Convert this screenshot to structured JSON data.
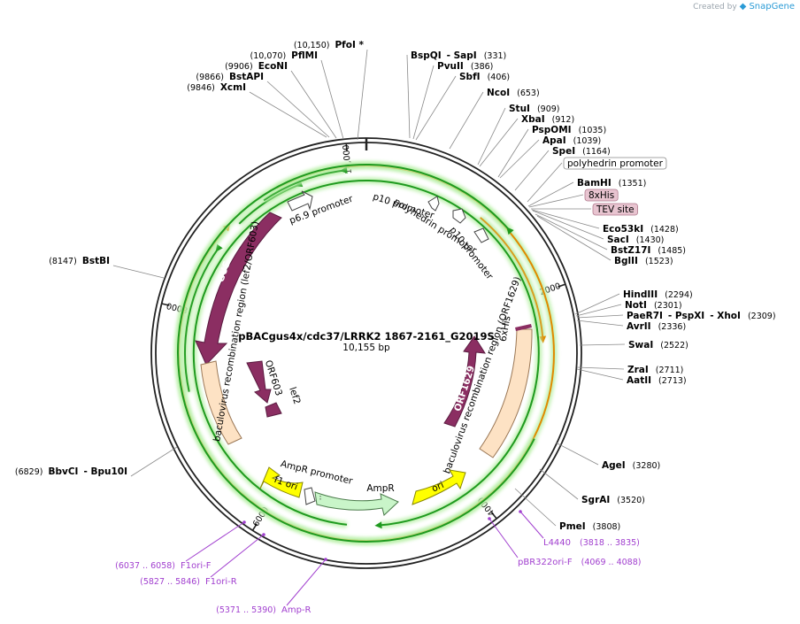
{
  "branding": {
    "created_by": "Created by",
    "product": "SnapGene"
  },
  "plasmid": {
    "name": "pBACgus4x/cdc37/LRRK2 1867-2161_G2019S",
    "size_label": "10,155 bp",
    "length": 10155
  },
  "ticks": [
    {
      "bp": 2000,
      "label": "2000"
    },
    {
      "bp": 4000,
      "label": "4000"
    },
    {
      "bp": 6000,
      "label": "6000"
    },
    {
      "bp": 8000,
      "label": "8000"
    },
    {
      "bp": 10000,
      "label": "10,000"
    }
  ],
  "sites": [
    {
      "name": "PfoI *",
      "pos": "(10,150)"
    },
    {
      "name": "PflMI",
      "pos": "(10,070)"
    },
    {
      "name": "EcoNI",
      "pos": "(9906)"
    },
    {
      "name": "BstAPI",
      "pos": "(9866)"
    },
    {
      "name": "XcmI",
      "pos": "(9846)"
    },
    {
      "name": "BspQI",
      "name2": "- SapI",
      "pos": "(331)"
    },
    {
      "name": "PvuII",
      "pos": "(386)"
    },
    {
      "name": "SbfI",
      "pos": "(406)"
    },
    {
      "name": "NcoI",
      "pos": "(653)"
    },
    {
      "name": "StuI",
      "pos": "(909)"
    },
    {
      "name": "XbaI",
      "pos": "(912)"
    },
    {
      "name": "PspOMI",
      "pos": "(1035)"
    },
    {
      "name": "ApaI",
      "pos": "(1039)"
    },
    {
      "name": "SpeI",
      "pos": "(1164)"
    },
    {
      "name": "BamHI",
      "pos": "(1351)"
    },
    {
      "name": "Eco53kI",
      "pos": "(1428)"
    },
    {
      "name": "SacI",
      "pos": "(1430)"
    },
    {
      "name": "BstZ17I",
      "pos": "(1485)"
    },
    {
      "name": "BglII",
      "pos": "(1523)"
    },
    {
      "name": "HindIII",
      "pos": "(2294)"
    },
    {
      "name": "NotI",
      "pos": "(2301)"
    },
    {
      "name": "PaeR7I",
      "name2": "- PspXI",
      "name3": "- XhoI",
      "pos": "(2309)"
    },
    {
      "name": "AvrII",
      "pos": "(2336)"
    },
    {
      "name": "SwaI",
      "pos": "(2522)"
    },
    {
      "name": "ZraI",
      "pos": "(2711)"
    },
    {
      "name": "AatII",
      "pos": "(2713)"
    },
    {
      "name": "AgeI",
      "pos": "(3280)"
    },
    {
      "name": "SgrAI",
      "pos": "(3520)"
    },
    {
      "name": "PmeI",
      "pos": "(3808)"
    },
    {
      "name": "BstBI",
      "pos": "(8147)"
    },
    {
      "name": "BbvCI",
      "name2": "- Bpu10I",
      "pos": "(6829)"
    }
  ],
  "boxed_features": [
    {
      "label": "polyhedrin promoter",
      "fill": "#ffffff",
      "stroke": "#888888"
    },
    {
      "label": "8xHis",
      "fill": "#e8c4d0",
      "stroke": "#b07a8d"
    },
    {
      "label": "TEV site",
      "fill": "#e8c4d0",
      "stroke": "#b07a8d"
    }
  ],
  "primers": [
    {
      "name": "L4440",
      "pos": "(3818 .. 3835)"
    },
    {
      "name": "pBR322ori-F",
      "pos": "(4069 .. 4088)"
    },
    {
      "name": "F1ori-F",
      "pos": "(6037 .. 6058)"
    },
    {
      "name": "F1ori-R",
      "pos": "(5827 .. 5846)"
    },
    {
      "name": "Amp-R",
      "pos": "(5371 .. 5390)"
    }
  ],
  "features": {
    "gus": "GUS",
    "orf1629": "ORF1629",
    "f1ori": "f1 ori",
    "ori": "ori",
    "ampr": "AmpR",
    "ampr_promoter": "AmpR promoter",
    "p69_promoter": "p6.9 promoter",
    "p10_promoter_a": "p10 promoter",
    "p10_promoter_b": "p10 promoter",
    "polyhedrin_promoter": "polyhedrin promoter",
    "bac_recomb_left": "baculovirus recombination region (lef2/ORF603)",
    "bac_recomb_right": "baculovirus recombination region (ORF1629)",
    "orf603": "ORF603",
    "lef2": "lef2",
    "sixhis": "6xHis"
  },
  "colors": {
    "backbone": "#222222",
    "gus": "#8b2e62",
    "orf": "#8b2e62",
    "recomb": "#fde2c4",
    "ori": "#ffff00",
    "ampr": "#c9f5c9",
    "primer": "#a13fcf",
    "green_arc": "#1f9a1f",
    "orange_arc": "#e08a00"
  }
}
